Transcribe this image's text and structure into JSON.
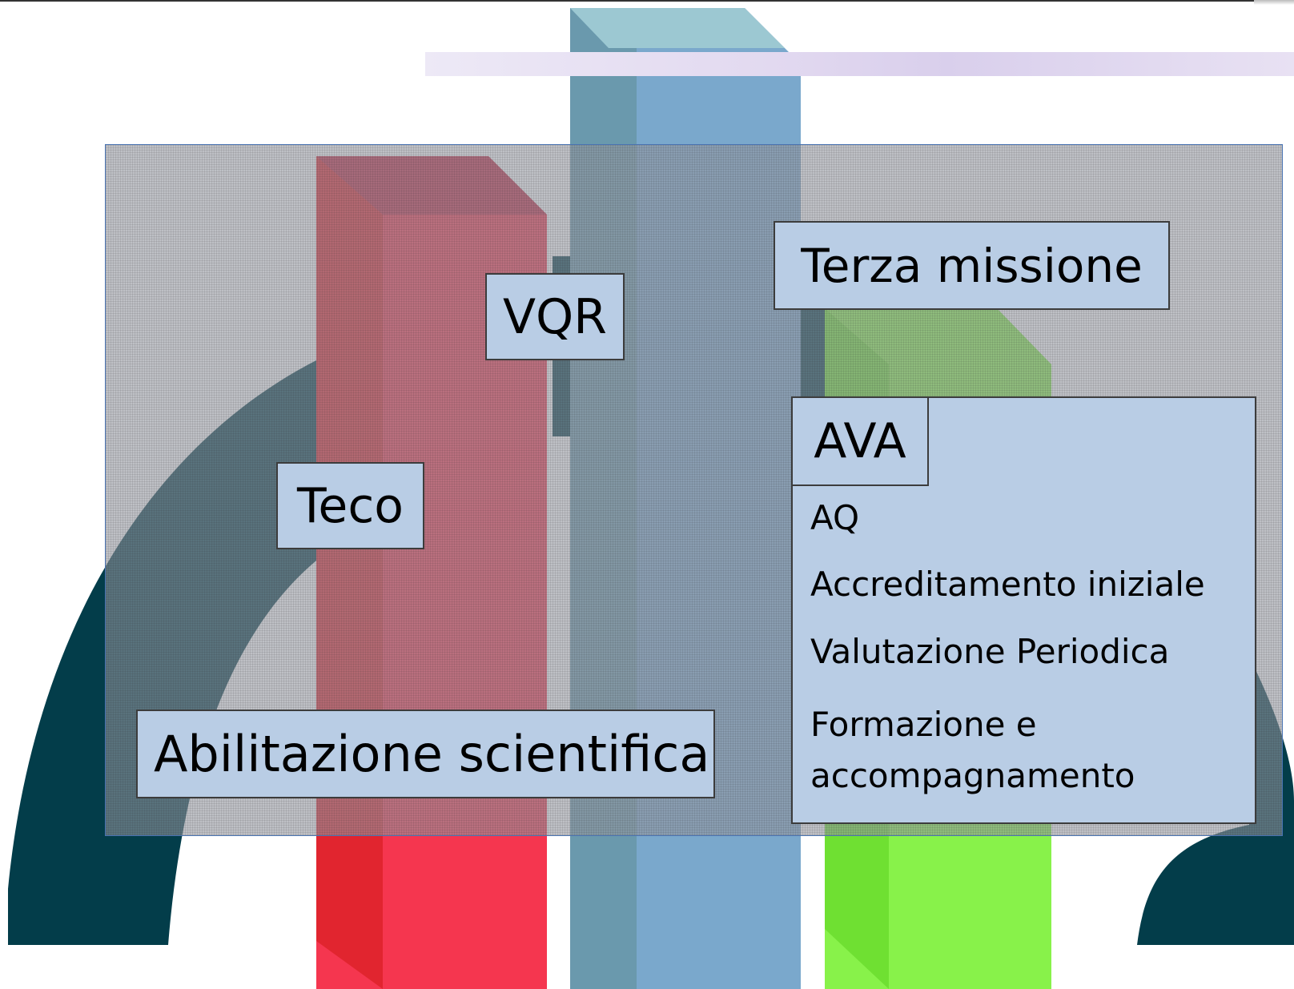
{
  "labels": {
    "vqr": "VQR",
    "teco": "Teco",
    "terza_missione": "Terza missione",
    "abilitazione": "Abilitazione scientifica"
  },
  "ava": {
    "title": "AVA",
    "items": [
      "AQ",
      "Accreditamento iniziale",
      "Valutazione Periodica",
      "Formazione e accompagnamento"
    ]
  },
  "colors": {
    "label_fill": "#b9cde5",
    "red_pillar": "#f5283e",
    "blue_pillar": "#7ba7cc",
    "green_pillar": "#7df03c",
    "arch": "#033d4a"
  }
}
